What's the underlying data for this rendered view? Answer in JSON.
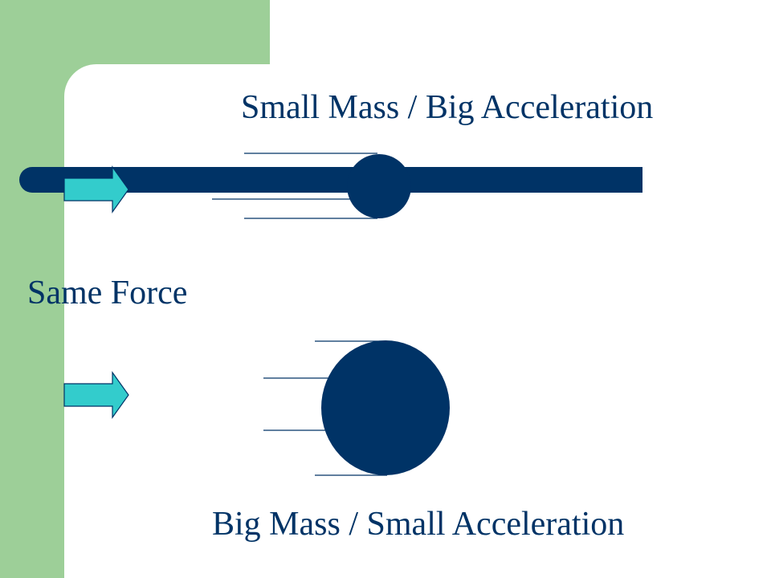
{
  "slide": {
    "top_caption": "Small Mass / Big Acceleration",
    "middle_caption": "Same Force",
    "bottom_caption": "Big Mass / Small Acceleration"
  },
  "colors": {
    "sidebar_green": "#9dcf98",
    "navy": "#003366",
    "arrow_cyan": "#33cccc",
    "background": "#ffffff"
  },
  "icons": {
    "force_arrow": "right-arrow-icon",
    "mass_ball": "filled-circle"
  }
}
